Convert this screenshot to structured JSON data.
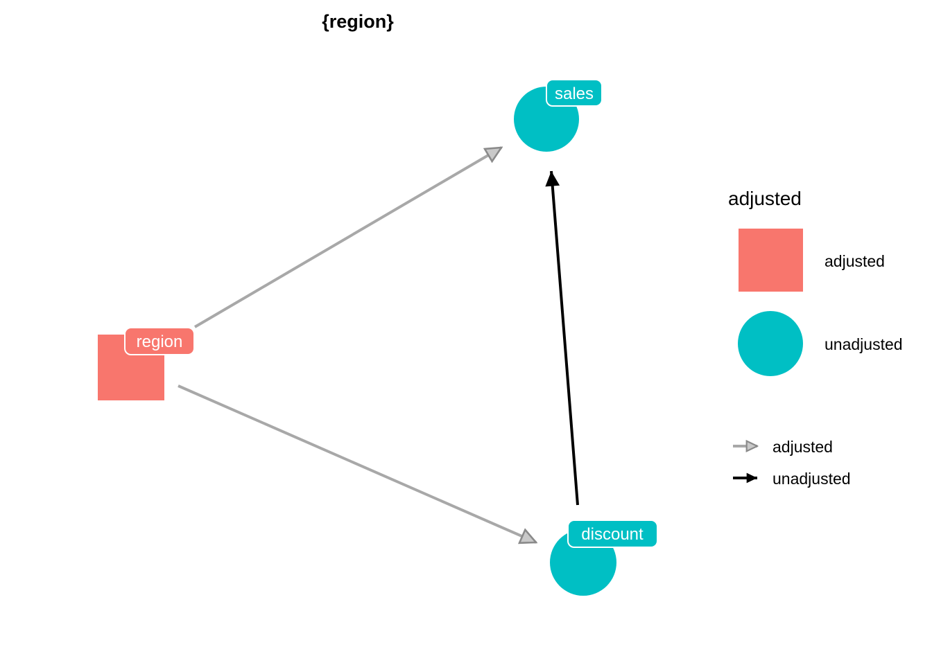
{
  "title": "{region}",
  "colors": {
    "adjusted": "#F8766D",
    "unadjusted": "#00BFC4",
    "edge_adjusted": "#A8A8A8",
    "edge_unadjusted": "#000000",
    "label_text": "#FFFFFF",
    "text": "#000000"
  },
  "nodes": [
    {
      "id": "region",
      "label": "region",
      "status": "adjusted",
      "shape": "square"
    },
    {
      "id": "sales",
      "label": "sales",
      "status": "unadjusted",
      "shape": "circle"
    },
    {
      "id": "discount",
      "label": "discount",
      "status": "unadjusted",
      "shape": "circle"
    }
  ],
  "edges": [
    {
      "from": "region",
      "to": "sales",
      "status": "adjusted"
    },
    {
      "from": "region",
      "to": "discount",
      "status": "adjusted"
    },
    {
      "from": "discount",
      "to": "sales",
      "status": "unadjusted"
    }
  ],
  "legend": {
    "title": "adjusted",
    "shape_items": [
      {
        "label": "adjusted",
        "swatch": "square",
        "color": "#F8766D"
      },
      {
        "label": "unadjusted",
        "swatch": "circle",
        "color": "#00BFC4"
      }
    ],
    "edge_items": [
      {
        "label": "adjusted",
        "color": "#A8A8A8",
        "head": "open"
      },
      {
        "label": "unadjusted",
        "color": "#000000",
        "head": "solid"
      }
    ]
  }
}
